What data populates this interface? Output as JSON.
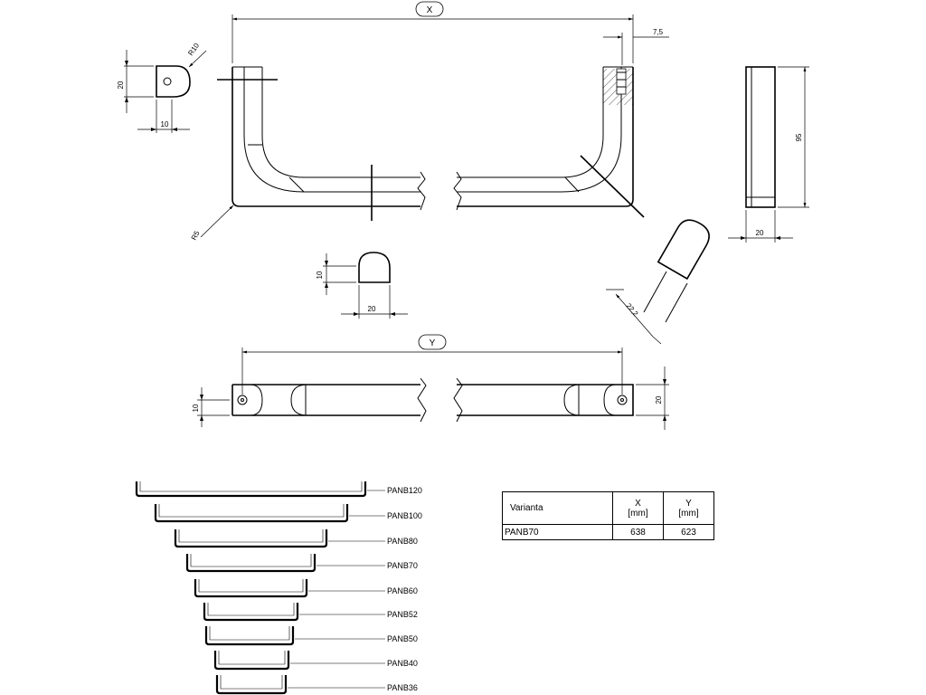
{
  "dimensions": {
    "x_label": "X",
    "y_label": "Y",
    "d_7_5": "7,5",
    "d_95": "95",
    "d_20_side": "20",
    "d_r10": "R10",
    "d_20_left": "20",
    "d_10_left": "10",
    "d_r5": "R5",
    "d_10_mid": "10",
    "d_20_mid": "20",
    "d_22_2": "22,2",
    "d_10_bottom": "10",
    "d_20_bottom": "20"
  },
  "variants_list": [
    "PANB120",
    "PANB100",
    "PANB80",
    "PANB70",
    "PANB60",
    "PANB52",
    "PANB50",
    "PANB40",
    "PANB36"
  ],
  "table": {
    "headers": {
      "variant": "Varianta",
      "x_top": "X",
      "x_unit": "[mm]",
      "y_top": "Y",
      "y_unit": "[mm]"
    },
    "rows": [
      {
        "variant": "PANB70",
        "x": "638",
        "y": "623"
      }
    ]
  }
}
